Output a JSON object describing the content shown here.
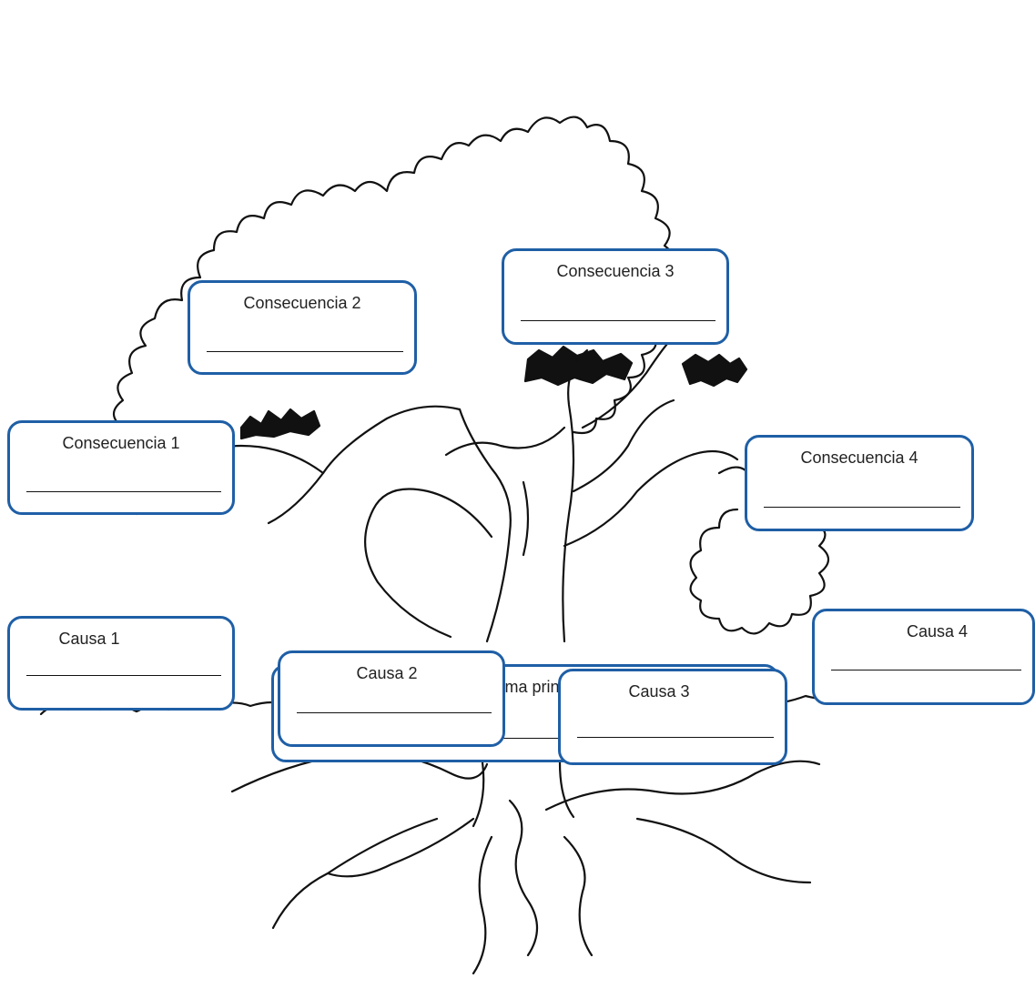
{
  "boxes": {
    "consecuencia_1": "Consecuencia 1",
    "consecuencia_2": "Consecuencia 2",
    "consecuencia_3": "Consecuencia 3",
    "consecuencia_4": "Consecuencia 4",
    "problema": "Problema principal",
    "causa_1": "Causa 1",
    "causa_2": "Causa 2",
    "causa_3": "Causa 3",
    "causa_4": "Causa 4"
  },
  "colors": {
    "box_border": "#1f5fa6",
    "ink": "#111111"
  }
}
